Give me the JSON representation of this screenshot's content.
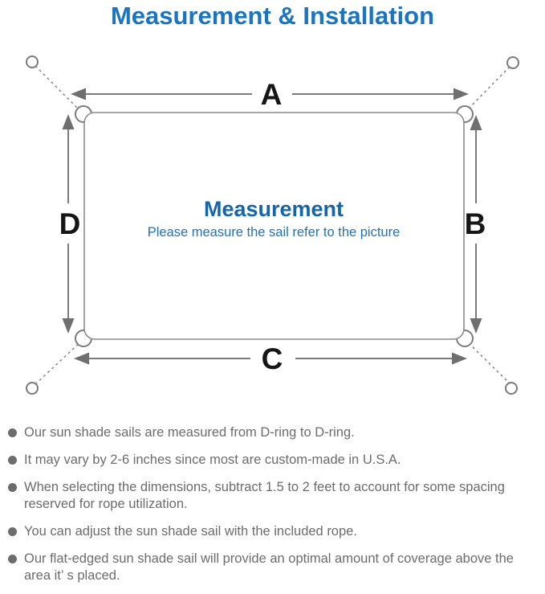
{
  "title": "Measurement & Installation",
  "diagram": {
    "dimension_labels": {
      "top": "A",
      "right": "B",
      "bottom": "C",
      "left": "D"
    },
    "center_title": "Measurement",
    "center_subtitle": "Please measure the sail refer to the picture",
    "colors": {
      "title_blue": "#1b74c1",
      "center_title_blue": "#1565a8",
      "center_subtitle_blue": "#2173b8",
      "line_gray": "#7b7b7b",
      "label_black": "#161616",
      "note_gray": "#6c6c6c"
    }
  },
  "notes": [
    "Our sun shade sails are measured from D-ring to D-ring.",
    "It may vary by 2-6 inches since most are custom-made in U.S.A.",
    "When selecting the dimensions, subtract 1.5 to 2 feet to account for some spacing reserved for rope utilization.",
    "You can adjust the sun shade sail with the included rope.",
    "Our flat-edged sun shade sail will provide an optimal amount of coverage above the area it’ s placed."
  ]
}
